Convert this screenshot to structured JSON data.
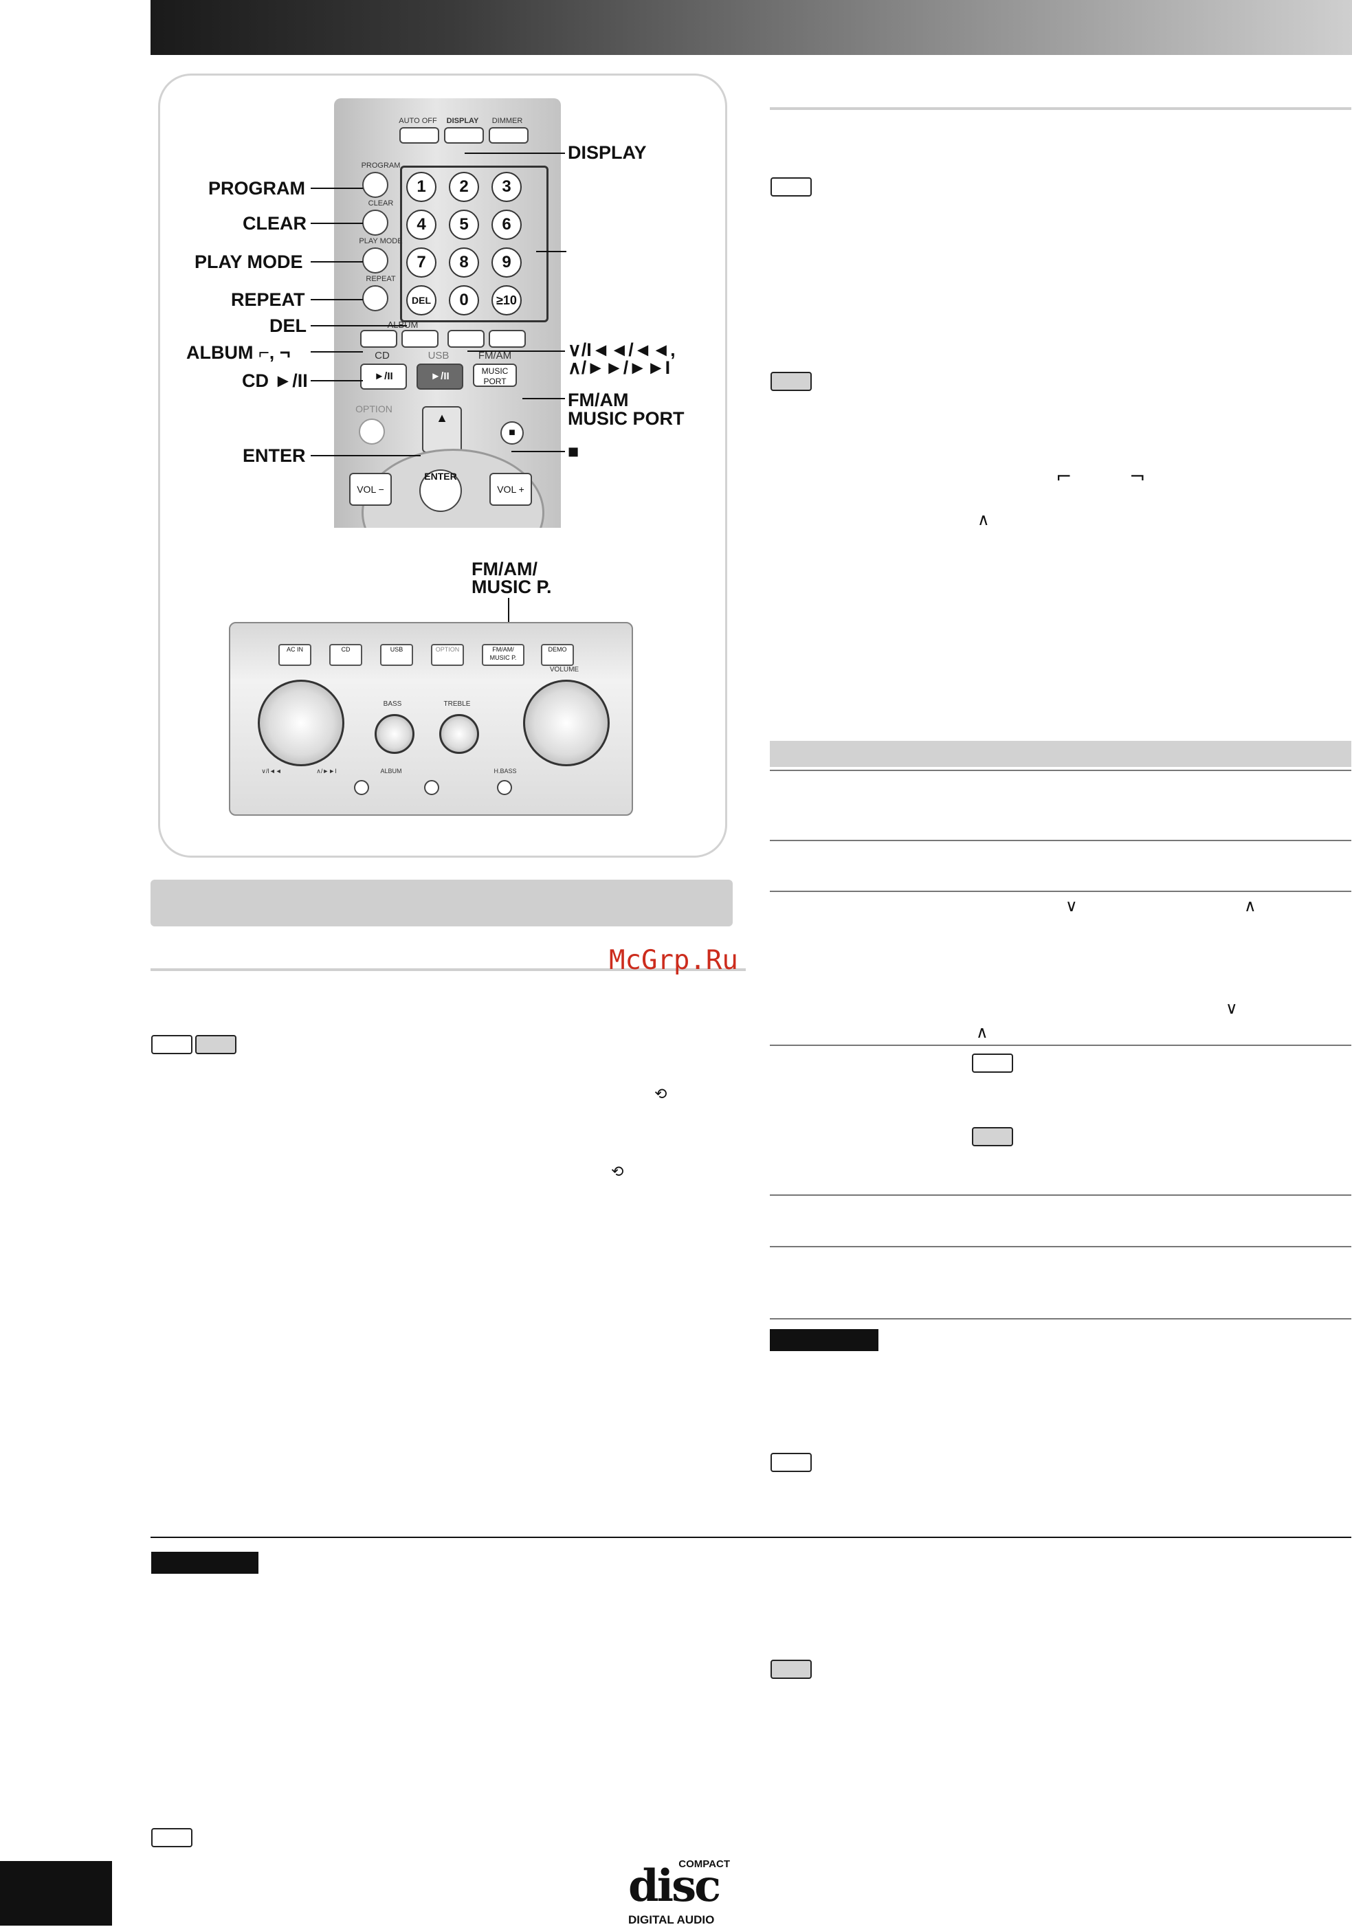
{
  "remote": {
    "top_buttons": [
      "AUTO OFF",
      "DISPLAY",
      "DIMMER"
    ],
    "left_buttons": [
      "PROGRAM",
      "CLEAR",
      "PLAY MODE",
      "REPEAT"
    ],
    "keypad": [
      "1",
      "2",
      "3",
      "4",
      "5",
      "6",
      "7",
      "8",
      "9",
      "DEL",
      "0",
      "≥10"
    ],
    "album_label": "ALBUM",
    "cd_label": "CD",
    "cd_play": "►/II",
    "usb_label": "USB",
    "usb_play": "►/II",
    "fmam_label": "FM/AM",
    "music_port": "MUSIC PORT",
    "option_label": "OPTION",
    "enter": "ENTER",
    "vol_minus": "VOL −",
    "vol_plus": "VOL +",
    "up_arrow": "▲",
    "stop": "■"
  },
  "callouts": {
    "display": "DISPLAY",
    "program": "PROGRAM",
    "clear": "CLEAR",
    "play_mode": "PLAY MODE",
    "repeat": "REPEAT",
    "del": "DEL",
    "album": "ALBUM ⌐, ¬",
    "cd": "CD ►/II",
    "enter": "ENTER",
    "skip_line1": "∨/I◄◄/◄◄,",
    "skip_line2": "∧/►►/►►I",
    "fmam_line1": "FM/AM",
    "fmam_line2": "MUSIC PORT",
    "stop": "■",
    "unit_fmam_line1": "FM/AM/",
    "unit_fmam_line2": "MUSIC P."
  },
  "unit": {
    "buttons": [
      "AC IN",
      "CD",
      "USB",
      "OPTION",
      "FM/AM/ MUSIC P.",
      "DEMO"
    ],
    "bass": "BASS",
    "treble": "TREBLE",
    "volume": "VOLUME",
    "album": "ALBUM",
    "hbass": "H.BASS",
    "skip_left": "∨/I◄◄",
    "skip_right": "∧/►►I"
  },
  "watermark": "McGrp.Ru",
  "logo": {
    "compact": "COMPACT",
    "disc": "disc",
    "digital_audio": "DIGITAL AUDIO"
  }
}
